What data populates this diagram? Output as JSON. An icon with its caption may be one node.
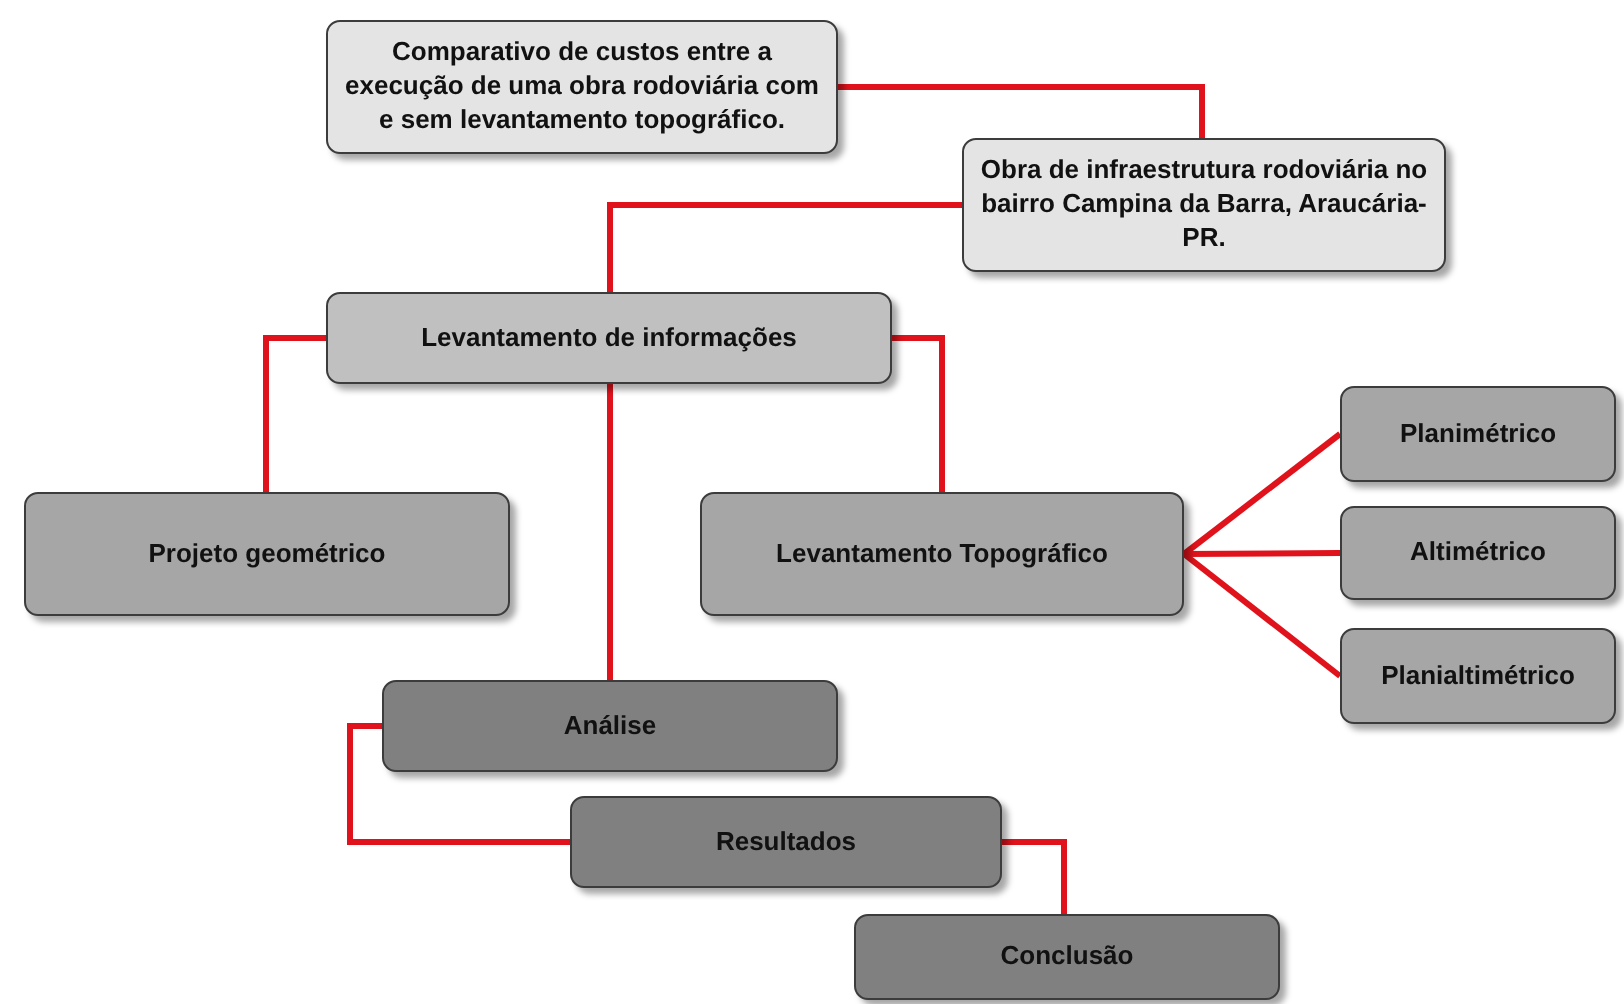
{
  "diagram": {
    "nodes": [
      {
        "text": [
          "Comparativo de custos entre a execução de uma obra rodoviária com e sem levantamento topográfico."
        ]
      },
      {
        "text": [
          "Obra de infraestrutura rodoviária no bairro Campina da Barra, Araucária-PR."
        ]
      },
      {
        "text": [
          "Levantamento de informações"
        ]
      },
      {
        "text": [
          "Projeto geométrico"
        ]
      },
      {
        "text": [
          "Levantamento Topográfico"
        ]
      },
      {
        "text": [
          "Planimétrico"
        ]
      },
      {
        "text": [
          "Altimétrico"
        ]
      },
      {
        "text": [
          "Planialtimétrico"
        ]
      },
      {
        "text": [
          "Análise"
        ]
      },
      {
        "text": [
          "Resultados"
        ]
      },
      {
        "text": [
          "Conclusão"
        ]
      }
    ],
    "edges": [
      {
        "from": 0,
        "to": 1,
        "arrow": "none"
      },
      {
        "from": 1,
        "to": 2,
        "arrow": "none"
      },
      {
        "from": 2,
        "to": 3,
        "arrow": "none"
      },
      {
        "from": 2,
        "to": 4,
        "arrow": "none"
      },
      {
        "from": 4,
        "to": 5,
        "arrow": "none"
      },
      {
        "from": 4,
        "to": 6,
        "arrow": "none"
      },
      {
        "from": 4,
        "to": 7,
        "arrow": "none"
      },
      {
        "from": 2,
        "to": 8,
        "arrow": "none"
      },
      {
        "from": 8,
        "to": 9,
        "arrow": "none"
      },
      {
        "from": 9,
        "to": 10,
        "arrow": "none"
      }
    ]
  }
}
